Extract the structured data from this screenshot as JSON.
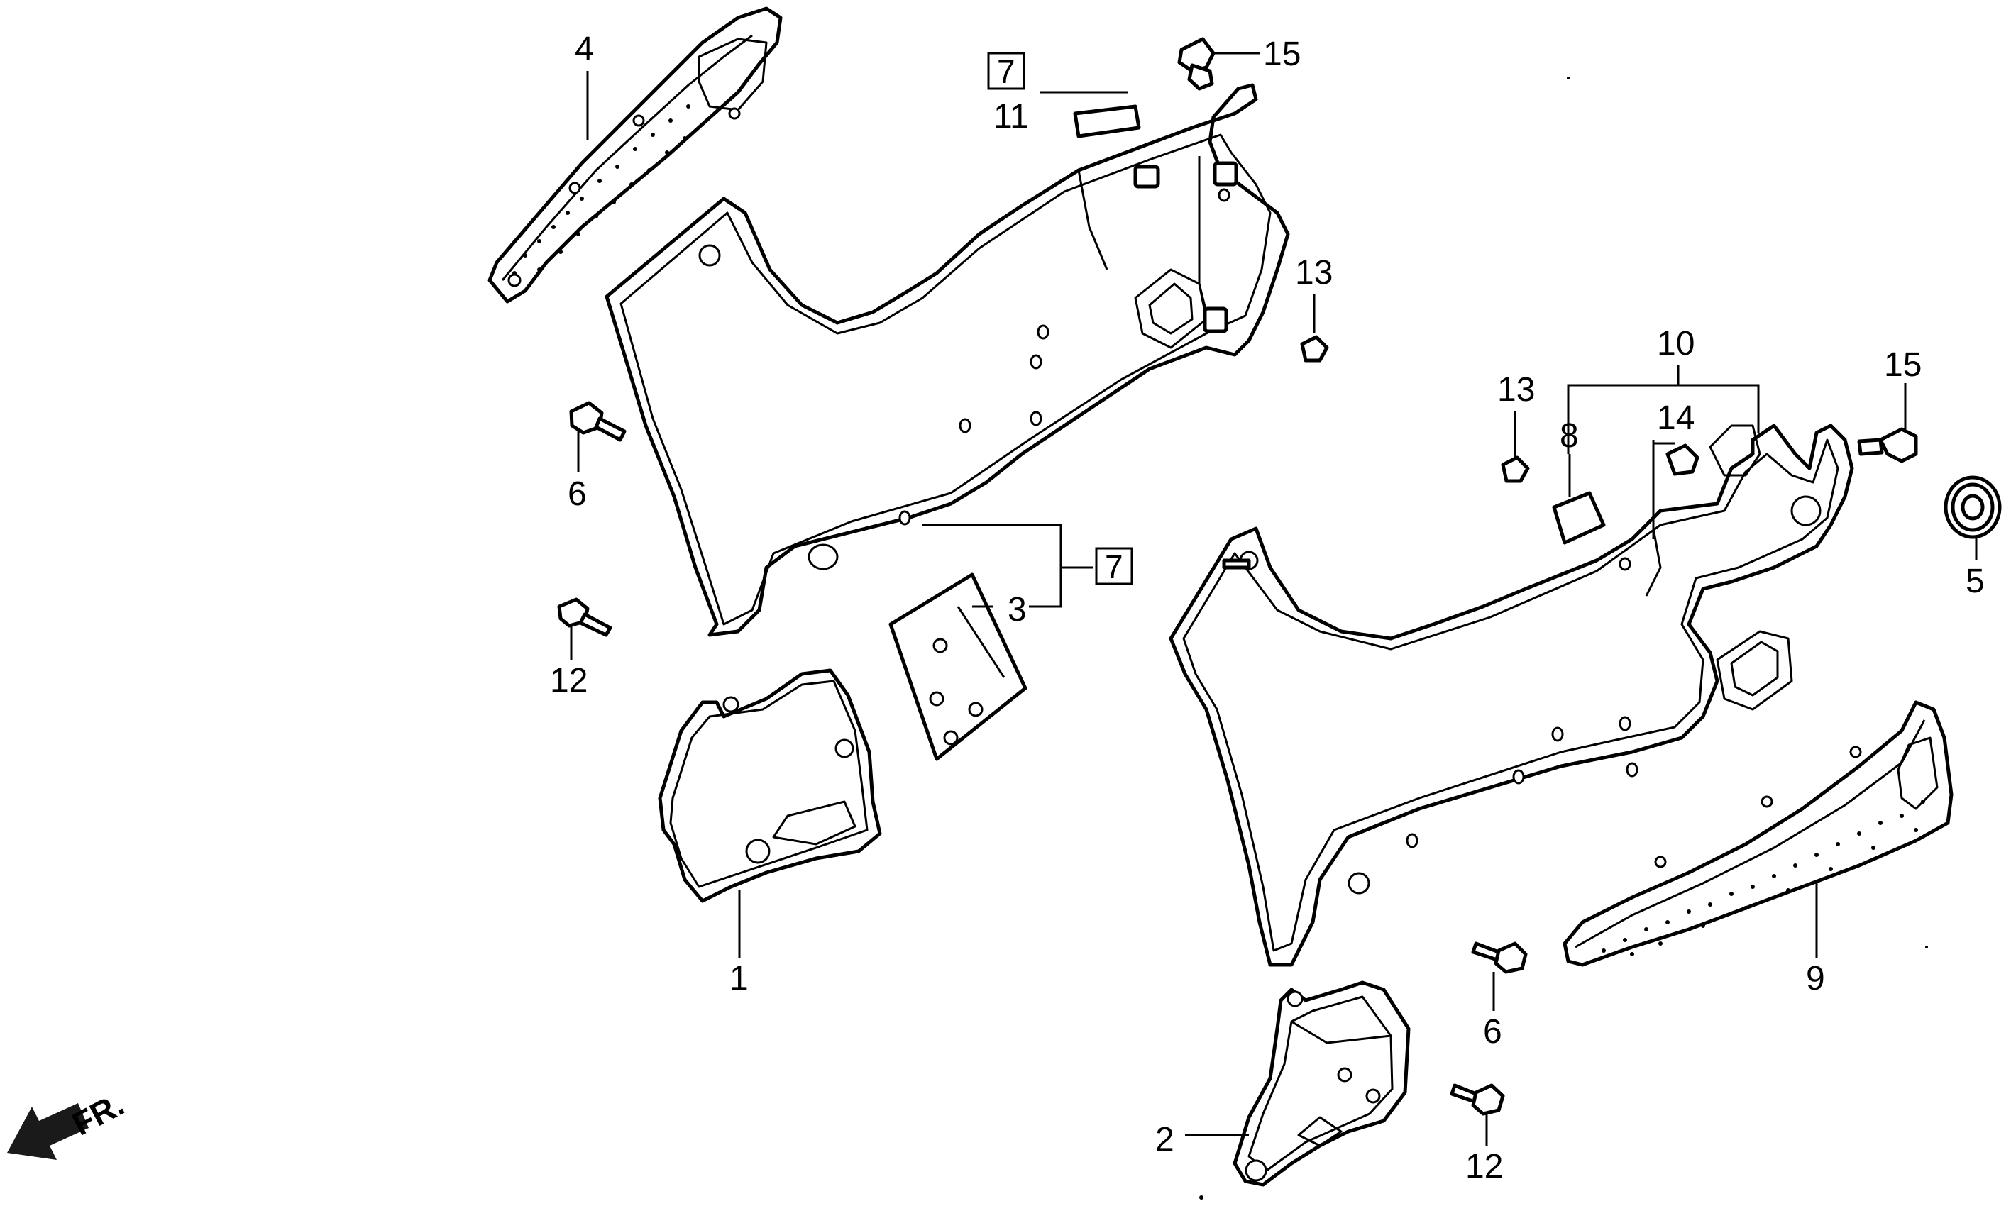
{
  "diagram": {
    "callouts": {
      "c1": "1",
      "c2": "2",
      "c3": "3",
      "c4": "4",
      "c5": "5",
      "c6a": "6",
      "c6b": "6",
      "c7a": "7",
      "c7b": "7",
      "c8": "8",
      "c9": "9",
      "c10": "10",
      "c11": "11",
      "c12a": "12",
      "c12b": "12",
      "c13a": "13",
      "c13b": "13",
      "c14": "14",
      "c15a": "15",
      "c15b": "15"
    },
    "direction_label": "FR."
  }
}
